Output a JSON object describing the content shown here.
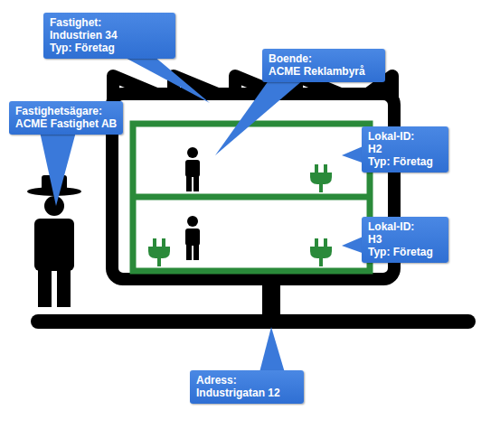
{
  "diagram": {
    "nodes": [
      {
        "text": [
          "Fastighet:",
          "Industrien 34",
          "Typ: Företag"
        ]
      },
      {
        "text": [
          "Boende:",
          "ACME Reklambyrå"
        ]
      },
      {
        "text": [
          "Fastighetsägare:",
          "ACME Fastighet AB"
        ]
      },
      {
        "text": [
          "Lokal-ID:",
          "H2",
          "Typ: Företag"
        ]
      },
      {
        "text": [
          "Lokal-ID:",
          "H3",
          "Typ: Företag"
        ]
      },
      {
        "text": [
          "Adress:",
          "Industrigatan 12"
        ]
      }
    ]
  }
}
